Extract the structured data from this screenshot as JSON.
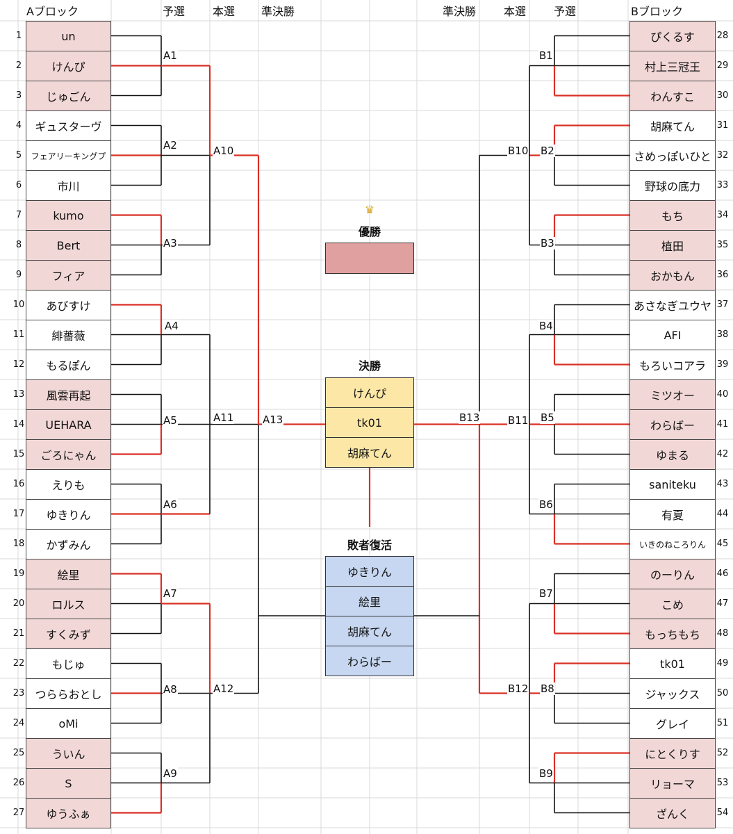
{
  "headers": {
    "a_block": "Aブロック",
    "b_block": "Bブロック",
    "left": [
      "予選",
      "本選",
      "準決勝"
    ],
    "right": [
      "準決勝",
      "本選",
      "予選"
    ]
  },
  "a_rows": [
    {
      "num": "1",
      "name": "un",
      "hl": true
    },
    {
      "num": "2",
      "name": "けんぴ",
      "hl": true
    },
    {
      "num": "3",
      "name": "じゅごん",
      "hl": true
    },
    {
      "num": "4",
      "name": "ギュスターヴ",
      "hl": false
    },
    {
      "num": "5",
      "name": "フェアリーキングプ",
      "hl": false,
      "small": true
    },
    {
      "num": "6",
      "name": "市川",
      "hl": false
    },
    {
      "num": "7",
      "name": "kumo",
      "hl": true
    },
    {
      "num": "8",
      "name": "Bert",
      "hl": true
    },
    {
      "num": "9",
      "name": "フィア",
      "hl": true
    },
    {
      "num": "10",
      "name": "あびすけ",
      "hl": false
    },
    {
      "num": "11",
      "name": "緋薔薇",
      "hl": false
    },
    {
      "num": "12",
      "name": "もるぽん",
      "hl": false
    },
    {
      "num": "13",
      "name": "風雲再起",
      "hl": true
    },
    {
      "num": "14",
      "name": "UEHARA",
      "hl": true
    },
    {
      "num": "15",
      "name": "ごろにゃん",
      "hl": true
    },
    {
      "num": "16",
      "name": "えりも",
      "hl": false
    },
    {
      "num": "17",
      "name": "ゆきりん",
      "hl": false
    },
    {
      "num": "18",
      "name": "かずみん",
      "hl": false
    },
    {
      "num": "19",
      "name": "絵里",
      "hl": true
    },
    {
      "num": "20",
      "name": "ロルス",
      "hl": true
    },
    {
      "num": "21",
      "name": "すくみず",
      "hl": true
    },
    {
      "num": "22",
      "name": "もじゅ",
      "hl": false
    },
    {
      "num": "23",
      "name": "つららおとし",
      "hl": false
    },
    {
      "num": "24",
      "name": "oMi",
      "hl": false
    },
    {
      "num": "25",
      "name": "ういん",
      "hl": true
    },
    {
      "num": "26",
      "name": "S",
      "hl": true
    },
    {
      "num": "27",
      "name": "ゆうふぁ",
      "hl": true
    }
  ],
  "b_rows": [
    {
      "num": "28",
      "name": "ぴくるす",
      "hl": true
    },
    {
      "num": "29",
      "name": "村上三冠王",
      "hl": true
    },
    {
      "num": "30",
      "name": "わんすこ",
      "hl": true
    },
    {
      "num": "31",
      "name": "胡麻てん",
      "hl": false
    },
    {
      "num": "32",
      "name": "さめっぽいひと",
      "hl": false
    },
    {
      "num": "33",
      "name": "野球の底力",
      "hl": false
    },
    {
      "num": "34",
      "name": "もち",
      "hl": true
    },
    {
      "num": "35",
      "name": "植田",
      "hl": true
    },
    {
      "num": "36",
      "name": "おかもん",
      "hl": true
    },
    {
      "num": "37",
      "name": "あさなぎユウヤ",
      "hl": false
    },
    {
      "num": "38",
      "name": "AFI",
      "hl": false
    },
    {
      "num": "39",
      "name": "もろいコアラ",
      "hl": false
    },
    {
      "num": "40",
      "name": "ミツオー",
      "hl": true
    },
    {
      "num": "41",
      "name": "わらばー",
      "hl": true
    },
    {
      "num": "42",
      "name": "ゆまる",
      "hl": true
    },
    {
      "num": "43",
      "name": "saniteku",
      "hl": false
    },
    {
      "num": "44",
      "name": "有夏",
      "hl": false
    },
    {
      "num": "45",
      "name": "いきのねころりん",
      "hl": false,
      "small": true
    },
    {
      "num": "46",
      "name": "のーりん",
      "hl": true
    },
    {
      "num": "47",
      "name": "こめ",
      "hl": true
    },
    {
      "num": "48",
      "name": "もっちもち",
      "hl": true
    },
    {
      "num": "49",
      "name": "tk01",
      "hl": false
    },
    {
      "num": "50",
      "name": "ジャックス",
      "hl": false
    },
    {
      "num": "51",
      "name": "グレイ",
      "hl": false
    },
    {
      "num": "52",
      "name": "にとくりす",
      "hl": true
    },
    {
      "num": "53",
      "name": "リョーマ",
      "hl": true
    },
    {
      "num": "54",
      "name": "ざんく",
      "hl": true
    }
  ],
  "match_labels": {
    "A1": "A1",
    "A2": "A2",
    "A3": "A3",
    "A4": "A4",
    "A5": "A5",
    "A6": "A6",
    "A7": "A7",
    "A8": "A8",
    "A9": "A9",
    "A10": "A10",
    "A11": "A11",
    "A12": "A12",
    "A13": "A13",
    "B1": "B1",
    "B2": "B2",
    "B3": "B3",
    "B4": "B4",
    "B5": "B5",
    "B6": "B6",
    "B7": "B7",
    "B8": "B8",
    "B9": "B9",
    "B10": "B10",
    "B11": "B11",
    "B12": "B12",
    "B13": "B13"
  },
  "center": {
    "crown": "♛",
    "champion_title": "優勝",
    "champion_value": "",
    "final_title": "決勝",
    "final_players": [
      "けんぴ",
      "tk01",
      "胡麻てん"
    ],
    "revival_title": "敗者復活",
    "revival_players": [
      "ゆきりん",
      "絵里",
      "胡麻てん",
      "わらばー"
    ]
  },
  "colors": {
    "win_line": "#d93025",
    "line": "#111111",
    "highlight_cell": "#f2d7d7",
    "final_box": "#fce7a6",
    "revival_box": "#c7d7f1",
    "champion_box": "#e0a0a0"
  }
}
